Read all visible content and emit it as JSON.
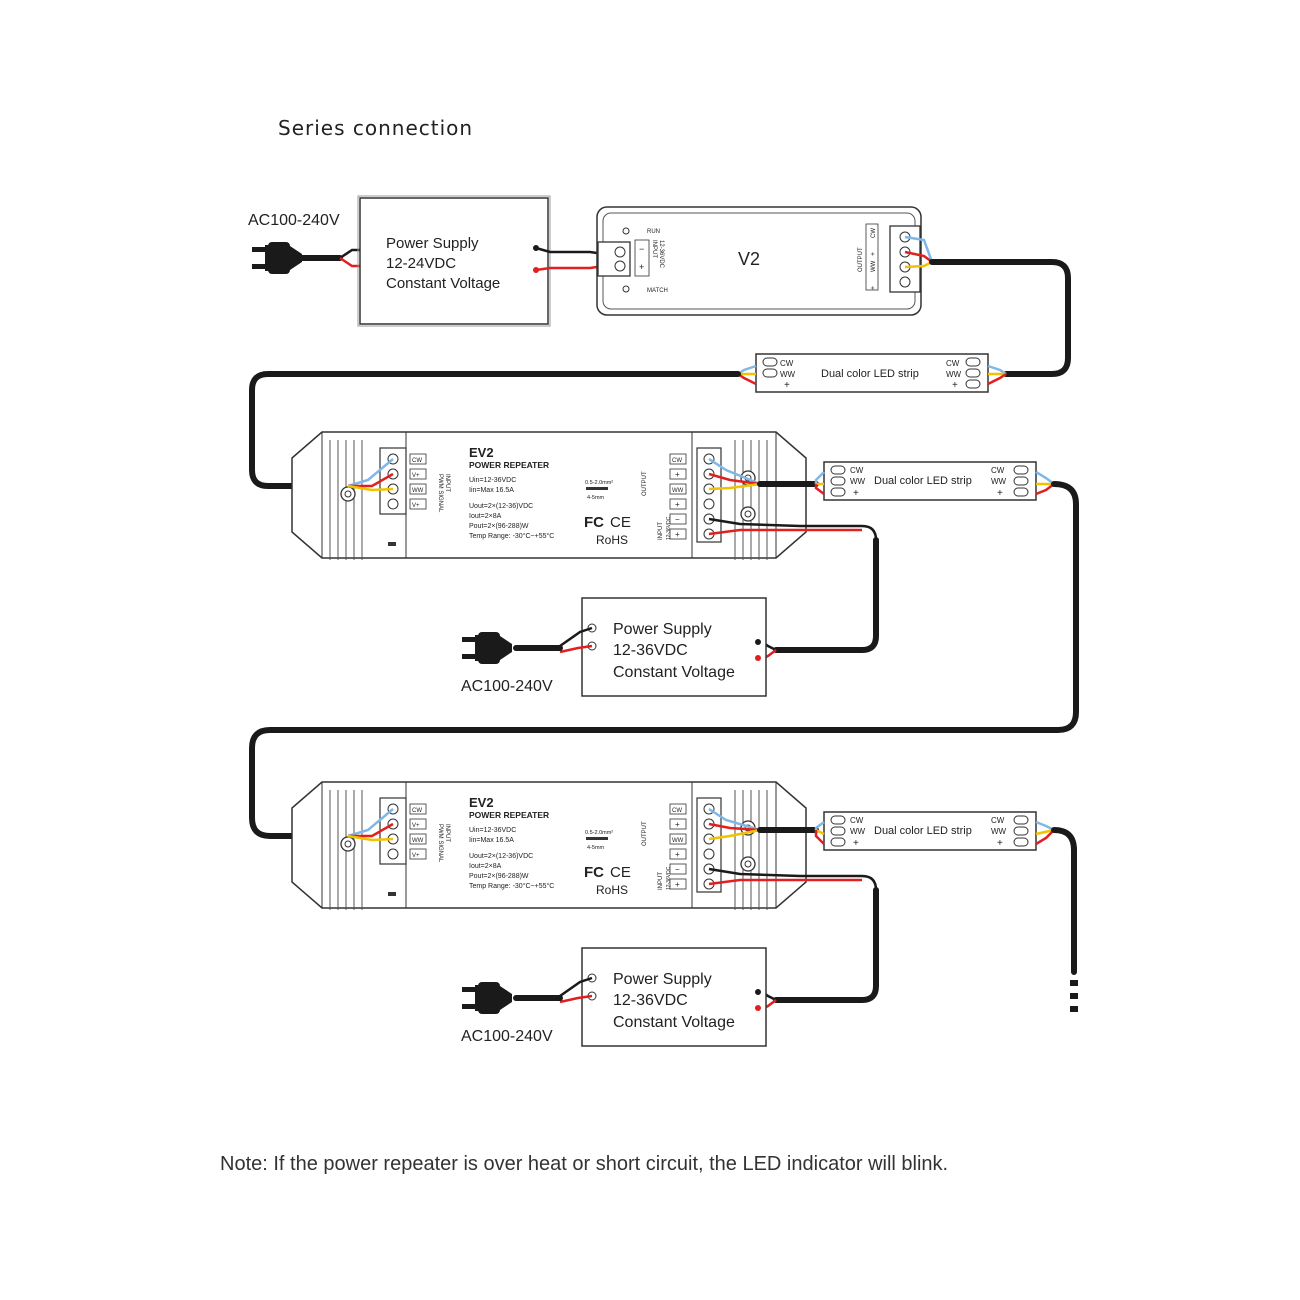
{
  "title": "Series connection",
  "note": "Note: If the power repeater is over heat or short circuit, the LED indicator will blink.",
  "colors": {
    "wire": "#1a1a1a",
    "red": "#e02020",
    "yellow": "#f2c200",
    "blue": "#7fb7e6"
  },
  "ac_label": "AC100-240V",
  "psu_top": {
    "line1": "Power Supply",
    "line2": "12-24VDC",
    "line3": "Constant Voltage"
  },
  "psu_repeater": {
    "line1": "Power Supply",
    "line2": "12-36VDC",
    "line3": "Constant Voltage"
  },
  "controller": {
    "name": "V2",
    "run": "RUN",
    "match": "MATCH",
    "input": "INPUT",
    "input_voltage": "12-36VDC",
    "output": "OUTPUT",
    "cw": "CW",
    "ww": "WW",
    "plus": "+",
    "minus": "−"
  },
  "strip": {
    "label": "Dual color LED strip",
    "cw": "CW",
    "ww": "WW",
    "plus": "+"
  },
  "repeater": {
    "name": "EV2",
    "subtitle": "POWER REPEATER",
    "specs": [
      "Uin=12-36VDC",
      "Iin=Max 16.5A",
      "Uout=2×(12-36)VDC",
      "Iout=2×8A",
      "Pout=2×(96-288)W",
      "Temp Range: -30°C~+55°C"
    ],
    "input_label": "INPUT",
    "pwm_label": "PWM SIGNAL",
    "output_label": "OUTPUT",
    "power_label": "INPUT",
    "power_voltage": "12-36VDC",
    "wire_gauge": "0.5-2.0mm²",
    "strip_length": "4-5mm",
    "fc": "FC",
    "ce": "CE",
    "rohs": "RoHS",
    "terminals_in": [
      "CW",
      "V+",
      "WW",
      "V+"
    ],
    "terminals_out": [
      "CW",
      "+",
      "WW",
      "+",
      "−",
      "+"
    ]
  }
}
